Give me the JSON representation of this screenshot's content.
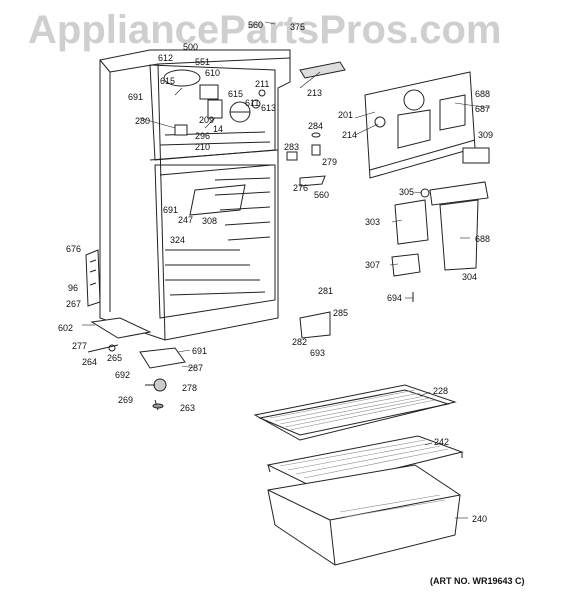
{
  "watermark": "AppliancePartsPros.com",
  "art_number": "(ART NO. WR19643 C)",
  "callouts": {
    "c560a": "560",
    "c375": "375",
    "c612": "612",
    "c500": "500",
    "c551": "551",
    "c610": "610",
    "c615": "615",
    "c691a": "691",
    "c211": "211",
    "c213": "213",
    "c615b": "615",
    "c611": "611",
    "c613": "613",
    "c280": "280",
    "c209": "209",
    "c14": "14",
    "c296": "296",
    "c210": "210",
    "c688a": "688",
    "c201": "201",
    "c687": "687",
    "c214": "214",
    "c309": "309",
    "c284": "284",
    "c283": "283",
    "c279": "279",
    "c276": "276",
    "c560b": "560",
    "c691b": "691",
    "c247": "247",
    "c308": "308",
    "c324": "324",
    "c305": "305",
    "c303": "303",
    "c688b": "688",
    "c676": "676",
    "c96": "96",
    "c267": "267",
    "c307": "307",
    "c304": "304",
    "c694": "694",
    "c281": "281",
    "c285": "285",
    "c282": "282",
    "c693": "693",
    "c602": "602",
    "c277": "277",
    "c691c": "691",
    "c264": "264",
    "c265": "265",
    "c287": "287",
    "c692": "692",
    "c278": "278",
    "c269": "269",
    "c263": "263",
    "c228": "228",
    "c242": "242",
    "c240": "240"
  }
}
